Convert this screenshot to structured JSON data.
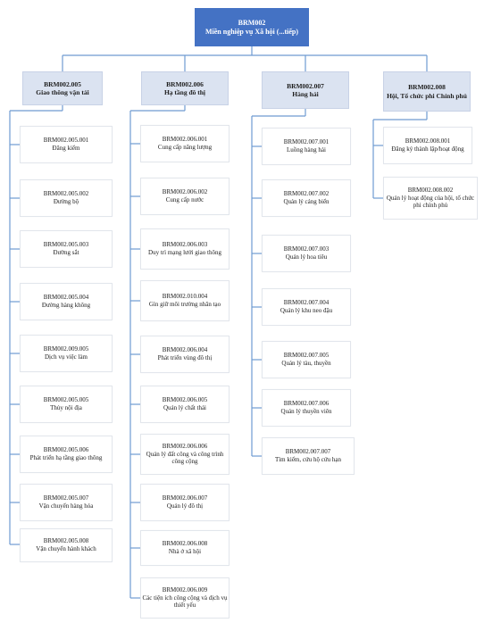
{
  "root": {
    "code": "BRM002",
    "title": "Miền nghiệp vụ Xã hội (...tiếp)"
  },
  "columns": [
    {
      "code": "BRM002.005",
      "title": "Giao thông vận tải",
      "items": [
        {
          "code": "BRM002.005.001",
          "title": "Đăng kiểm"
        },
        {
          "code": "BRM002.005.002",
          "title": "Đường bộ"
        },
        {
          "code": "BRM002.005.003",
          "title": "Đường sắt"
        },
        {
          "code": "BRM002.005.004",
          "title": "Đường hàng không"
        },
        {
          "code": "BRM002.009.005",
          "title": "Dịch vụ việc làm"
        },
        {
          "code": "BRM002.005.005",
          "title": "Thủy nội địa"
        },
        {
          "code": "BRM002.005.006",
          "title": "Phát triển hạ tầng giao thông"
        },
        {
          "code": "BRM002.005.007",
          "title": "Vận chuyển hàng hóa"
        },
        {
          "code": "BRM002.005.008",
          "title": "Vận chuyển hành khách"
        }
      ]
    },
    {
      "code": "BRM002.006",
      "title": "Hạ tầng đô thị",
      "items": [
        {
          "code": "BRM002.006.001",
          "title": "Cung cấp năng lượng"
        },
        {
          "code": "BRM002.006.002",
          "title": "Cung cấp nước"
        },
        {
          "code": "BRM002.006.003",
          "title": "Duy trì mạng lưới giao thông"
        },
        {
          "code": "BRM002.010.004",
          "title": "Gìn giữ môi trường nhân tạo"
        },
        {
          "code": "BRM002.006.004",
          "title": "Phát triển vùng đô thị"
        },
        {
          "code": "BRM002.006.005",
          "title": "Quản lý chất thải"
        },
        {
          "code": "BRM002.006.006",
          "title": "Quản lý đất công và công trình công cộng"
        },
        {
          "code": "BRM002.006.007",
          "title": "Quản lý đô thị"
        },
        {
          "code": "BRM002.006.008",
          "title": "Nhà ở xã hội"
        },
        {
          "code": "BRM002.006.009",
          "title": "Các tiện ích công cộng và dịch vụ thiết yếu"
        }
      ]
    },
    {
      "code": "BRM002.007",
      "title": "Hàng hải",
      "items": [
        {
          "code": "BRM002.007.001",
          "title": "Luồng hàng hải"
        },
        {
          "code": "BRM002.007.002",
          "title": "Quản lý cảng biển"
        },
        {
          "code": "BRM002.007.003",
          "title": "Quản lý hoa tiêu"
        },
        {
          "code": "BRM002.007.004",
          "title": "Quản lý khu neo đậu"
        },
        {
          "code": "BRM002.007.005",
          "title": "Quản lý tàu, thuyền"
        },
        {
          "code": "BRM002.007.006",
          "title": "Quản lý thuyền viên"
        },
        {
          "code": "BRM002.007.007",
          "title": "Tìm kiếm, cứu hộ cứu hạn"
        }
      ]
    },
    {
      "code": "BRM002.008",
      "title": "Hội, Tổ chức phi Chính phủ",
      "items": [
        {
          "code": "BRM002.008.001",
          "title": "Đăng ký thành lập/hoạt động"
        },
        {
          "code": "BRM002.008.002",
          "title": "Quản lý hoạt động của hội, tổ chức phi chính phủ"
        }
      ]
    }
  ],
  "colors": {
    "root_bg": "#4472c4",
    "header_bg": "#dbe3f1",
    "connector": "#6f9bd1"
  }
}
